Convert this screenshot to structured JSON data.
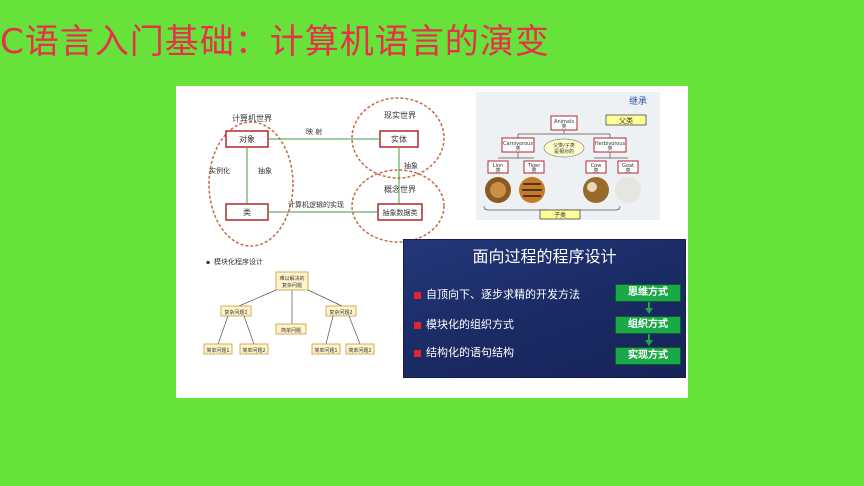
{
  "title": "C语言入门基础：计算机语言的演变",
  "oop_diagram": {
    "computer_world": "计算机世界",
    "real_world": "现实世界",
    "concept_world": "概念世界",
    "object": "对象",
    "entity": "实体",
    "class": "类",
    "abstract_data_type": "抽象数据类",
    "mapping": "映  射",
    "instantiation": "实例化",
    "abstraction_left": "抽象",
    "abstraction_right": "抽象",
    "logic_impl": "计算机逻辑的实现"
  },
  "inheritance": {
    "title": "继承",
    "parent_class": "父类",
    "child_class": "子类",
    "animals": "Animals",
    "carnivorous": "Carnivorous",
    "herbivorous": "Herbivorous",
    "relative": "父类/子类",
    "relative_sub": "是相对的",
    "lion": "Lion",
    "tiger": "Tiger",
    "cow": "Cow",
    "goat": "Goat",
    "class_char": "类"
  },
  "modular": {
    "title": "模块化程序设计",
    "root_line1": "难以解决的",
    "root_line2": "复杂问题",
    "complex1": "复杂问题1",
    "complex2": "复杂问题2",
    "simple": "简单问题",
    "simple1": "简单问题1",
    "simple2": "简单问题2",
    "simple3": "简单问题1",
    "simple4": "简单问题2"
  },
  "procedural": {
    "title": "面向过程的程序设计",
    "bullets": [
      "自顶向下、逐步求精的开发方法",
      "模块化的组织方式",
      "结构化的语句结构"
    ],
    "steps": [
      "思维方式",
      "组织方式",
      "实现方式"
    ]
  },
  "colors": {
    "background": "#66e23a",
    "title": "#e8304a",
    "accent_red": "#b3262b",
    "dark_panel": "#1f2f6b",
    "step_green": "#1aa84a"
  }
}
